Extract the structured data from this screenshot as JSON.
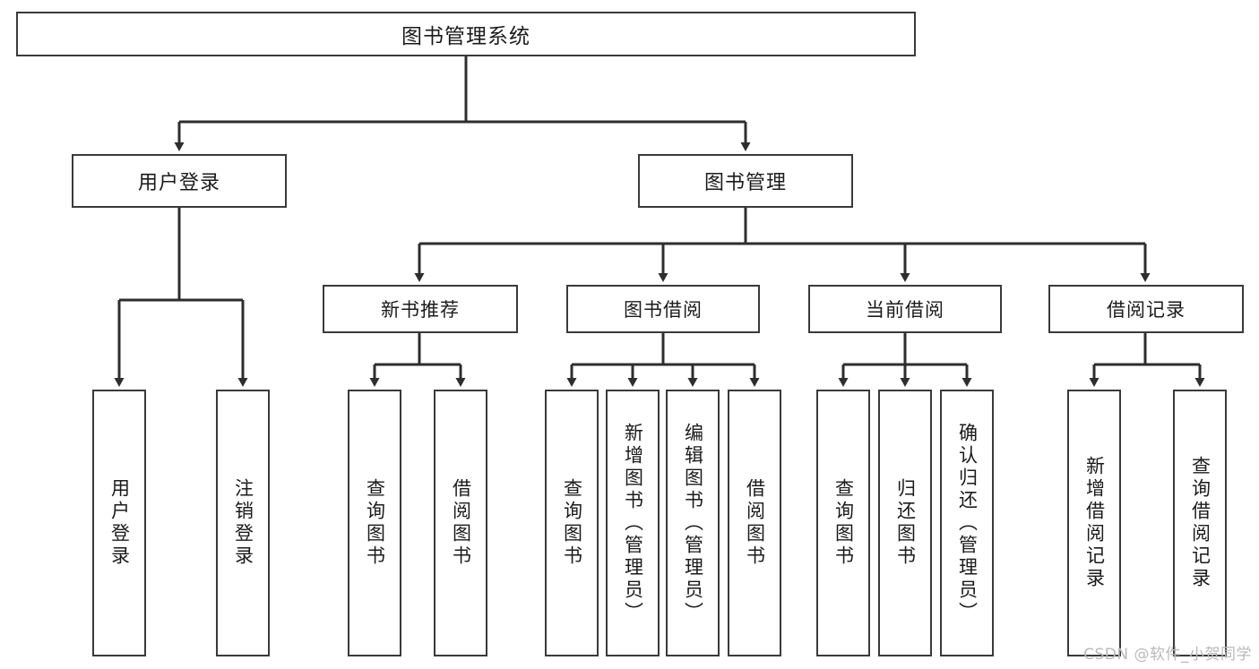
{
  "diagram": {
    "title": "图书管理系统",
    "type": "tree-hierarchy-chart",
    "watermark": "CSDN @软件_小贺同学",
    "colors": {
      "border": "#3a3a3a",
      "box_fill": "#ffffff",
      "text": "#1b1b1b",
      "background": "#ffffff",
      "watermark": "#b9b9b9"
    },
    "root": {
      "label": "图书管理系统"
    },
    "level2": [
      {
        "label": "用户登录"
      },
      {
        "label": "图书管理"
      }
    ],
    "level3": [
      {
        "label": "新书推荐"
      },
      {
        "label": "图书借阅"
      },
      {
        "label": "当前借阅"
      },
      {
        "label": "借阅记录"
      }
    ],
    "leaves": {
      "user_login": [
        {
          "label": "用户登录"
        },
        {
          "label": "注销登录"
        }
      ],
      "new_book": [
        {
          "label": "查询图书"
        },
        {
          "label": "借阅图书"
        }
      ],
      "book_borrow": [
        {
          "label": "查询图书"
        },
        {
          "label": "新增图书（管理员）"
        },
        {
          "label": "编辑图书（管理员）"
        },
        {
          "label": "借阅图书"
        }
      ],
      "current_borrow": [
        {
          "label": "查询图书"
        },
        {
          "label": "归还图书"
        },
        {
          "label": "确认归还（管理员）"
        }
      ],
      "borrow_record": [
        {
          "label": "新增借阅记录"
        },
        {
          "label": "查询借阅记录"
        }
      ]
    }
  }
}
